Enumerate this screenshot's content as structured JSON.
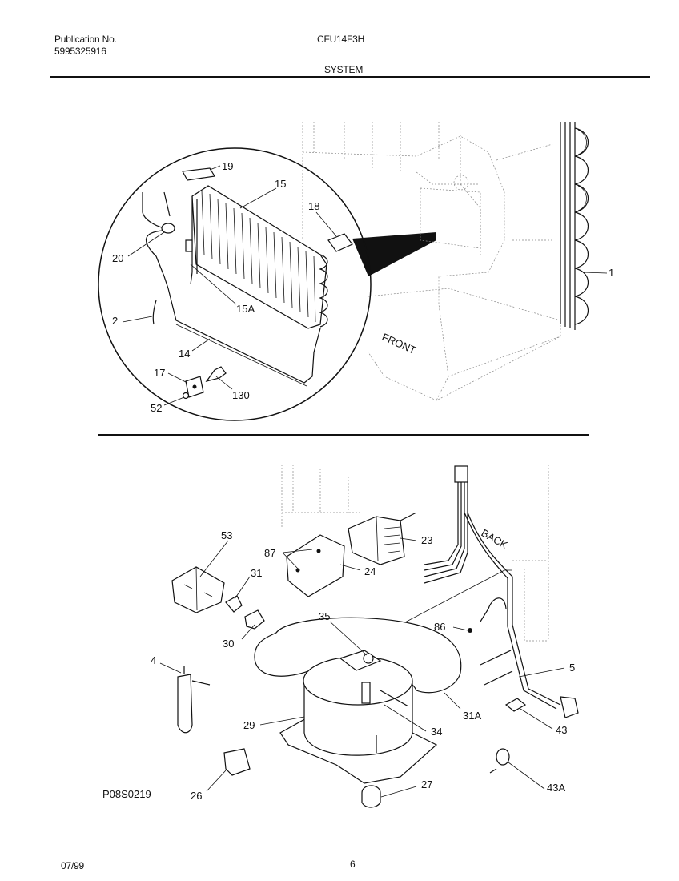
{
  "header": {
    "publication_label": "Publication No.",
    "publication_number": "5995325916",
    "model": "CFU14F3H",
    "section": "SYSTEM"
  },
  "footer": {
    "date": "07/99",
    "page": "6"
  },
  "diagram_code": "P08S0219",
  "front_label": "FRONT",
  "back_label": "BACK",
  "callouts": {
    "c19": "19",
    "c15": "15",
    "c18": "18",
    "c20": "20",
    "c15a": "15A",
    "c2": "2",
    "c14": "14",
    "c17": "17",
    "c130": "130",
    "c52": "52",
    "c1": "1",
    "c53": "53",
    "c87": "87",
    "c23": "23",
    "c24": "24",
    "c31": "31",
    "c30": "30",
    "c35": "35",
    "c86": "86",
    "c4": "4",
    "c5": "5",
    "c29": "29",
    "c31a": "31A",
    "c34": "34",
    "c43": "43",
    "c26": "26",
    "c27": "27",
    "c43a": "43A"
  }
}
